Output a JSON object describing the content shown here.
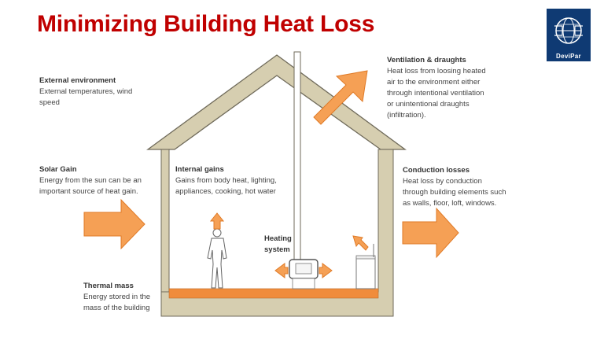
{
  "title": "Minimizing Building Heat Loss",
  "logo": {
    "text": "DeviPar"
  },
  "labels": {
    "external": {
      "title": "External environment",
      "desc": "External temperatures, wind\nspeed"
    },
    "solar": {
      "title": "Solar Gain",
      "desc": "Energy from the sun can be an\nimportant source of heat gain."
    },
    "internal": {
      "title": "Internal gains",
      "desc": "Gains from body heat, lighting,\nappliances, cooking, hot water"
    },
    "ventilation": {
      "title": "Ventilation & draughts",
      "desc": "Heat loss from loosing heated\nair to the environment either\nthrough intentional ventilation\nor unintentional draughts\n(infiltration)."
    },
    "conduction": {
      "title": "Conduction losses",
      "desc": "Heat loss by conduction\nthrough building elements such\nas walls, floor, loft, windows."
    },
    "heating": {
      "title": "Heating\nsystem"
    },
    "thermal": {
      "title": "Thermal mass",
      "desc": "Energy stored in the\nmass of the building"
    }
  },
  "colors": {
    "title": "#c00000",
    "arrow": "#f5a055",
    "house": "#d6ceb0",
    "outline": "#6f6a5a",
    "floor": "#f08c3c",
    "logo_bg": "#0f3a73"
  }
}
